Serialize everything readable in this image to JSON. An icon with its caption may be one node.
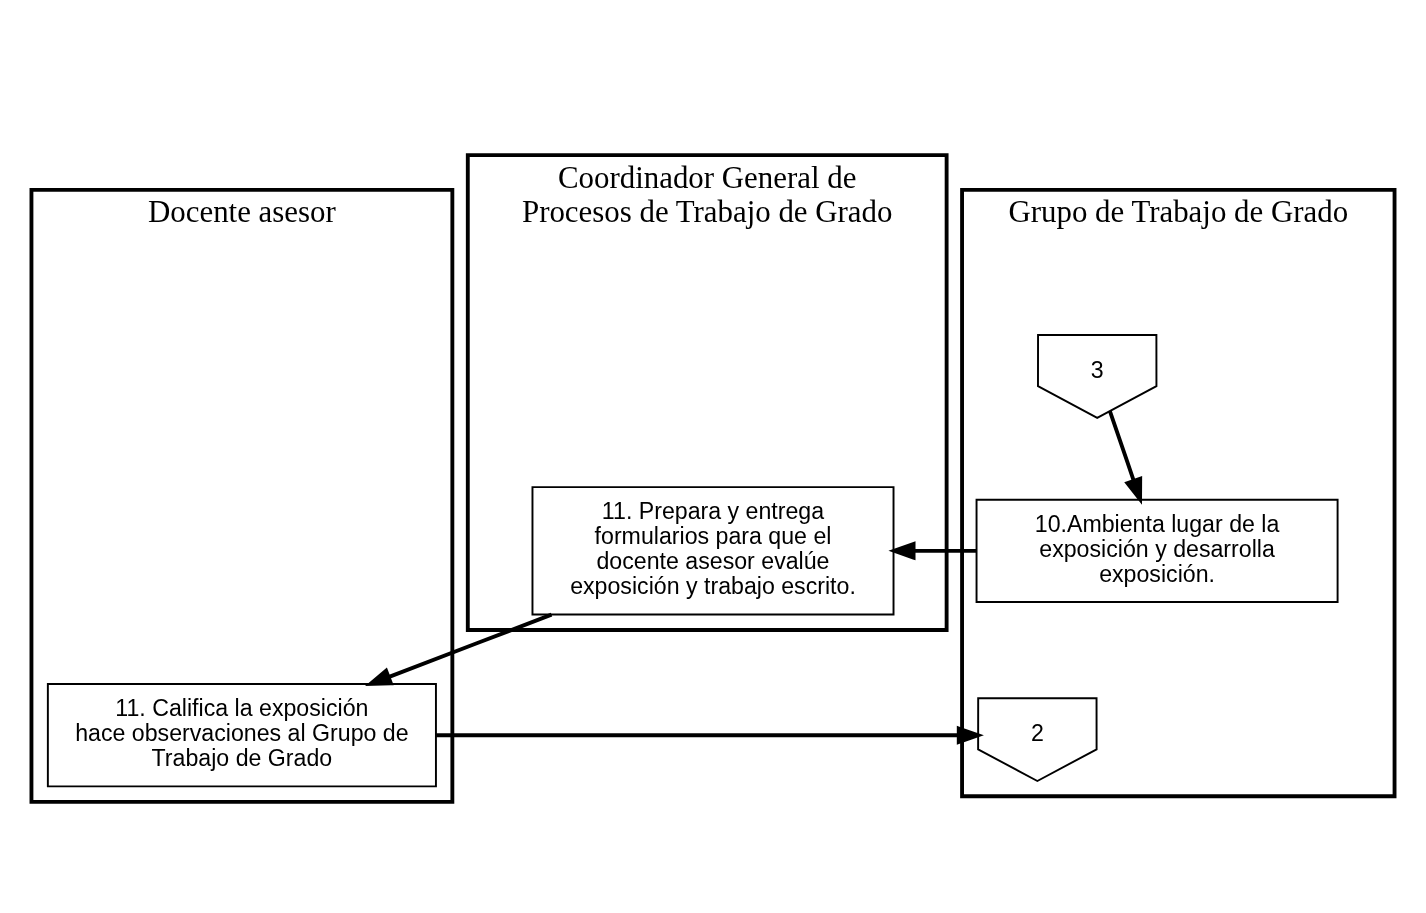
{
  "diagram": {
    "nodes": [
      {
        "text": [
          "Docente asesor"
        ]
      },
      {
        "text": [
          "Grupo de Trabajo de Grado"
        ]
      },
      {
        "text": [
          "Coordinador General de Procesos de Trabajo de Grado"
        ]
      },
      {
        "text": [
          "3"
        ],
        "in": 1
      },
      {
        "text": [
          "10.Ambienta lugar de la exposición y desarrolla exposición."
        ],
        "in": 1
      },
      {
        "text": [
          "11. Prepara y entrega formularios para que el docente asesor evalúe exposición y trabajo escrito."
        ],
        "in": 2
      },
      {
        "text": [
          "11. Califica la exposición hace observaciones al Grupo de Trabajo de Grado"
        ],
        "in": 0
      },
      {
        "text": [
          "2"
        ],
        "in": 1
      }
    ],
    "edges": [
      {
        "from": 3,
        "to": 4,
        "arrow": "to"
      },
      {
        "from": 4,
        "to": 5,
        "arrow": "to"
      },
      {
        "from": 5,
        "to": 6,
        "arrow": "to"
      },
      {
        "from": 6,
        "to": 7,
        "arrow": "to"
      }
    ]
  }
}
